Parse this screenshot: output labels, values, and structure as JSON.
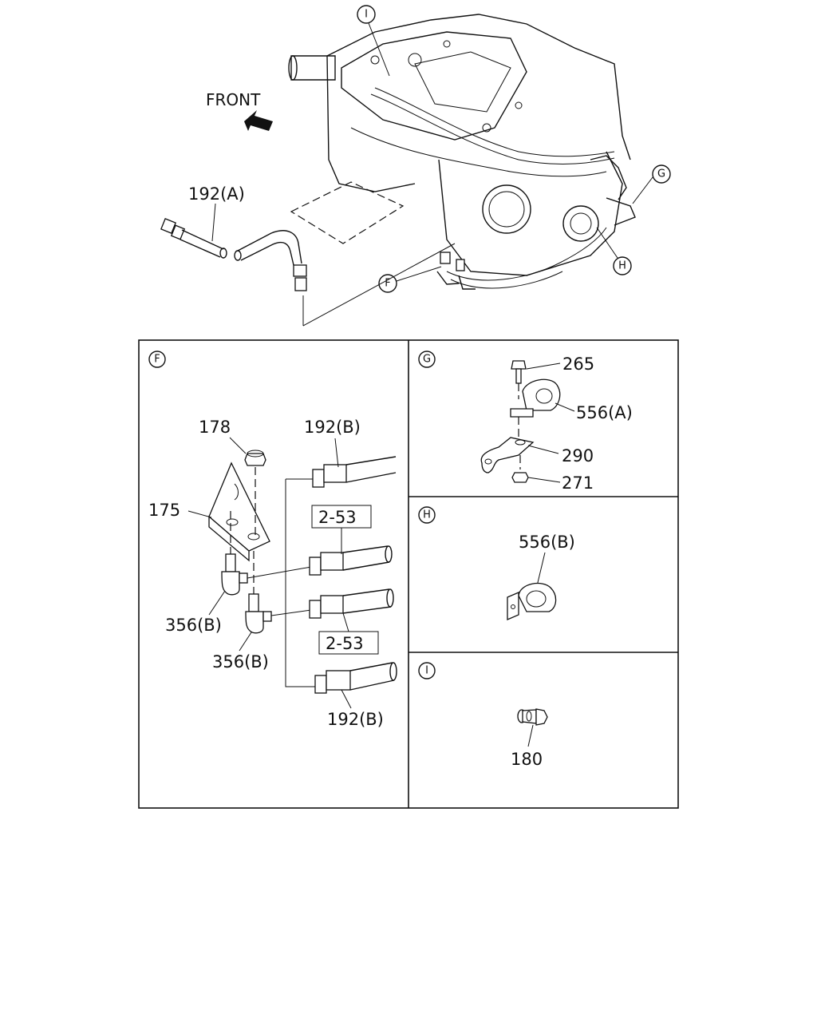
{
  "overview": {
    "front_label": "FRONT",
    "callouts": {
      "i": "I",
      "g": "G",
      "h": "H",
      "f": "F"
    },
    "hose_label": "192(A)"
  },
  "detail_f": {
    "badge": "F",
    "labels": {
      "nut": "178",
      "bracket": "175",
      "hose_top": "192(B)",
      "ref_top": "2-53",
      "ref_bottom": "2-53",
      "hose_bottom": "192(B)",
      "elbow_upper": "356(B)",
      "elbow_lower": "356(B)"
    }
  },
  "detail_g": {
    "badge": "G",
    "labels": {
      "bolt": "265",
      "clip": "556(A)",
      "bracket": "290",
      "nut": "271"
    }
  },
  "detail_h": {
    "badge": "H",
    "labels": {
      "clip": "556(B)"
    }
  },
  "detail_i": {
    "badge": "I",
    "labels": {
      "fitting": "180"
    }
  }
}
